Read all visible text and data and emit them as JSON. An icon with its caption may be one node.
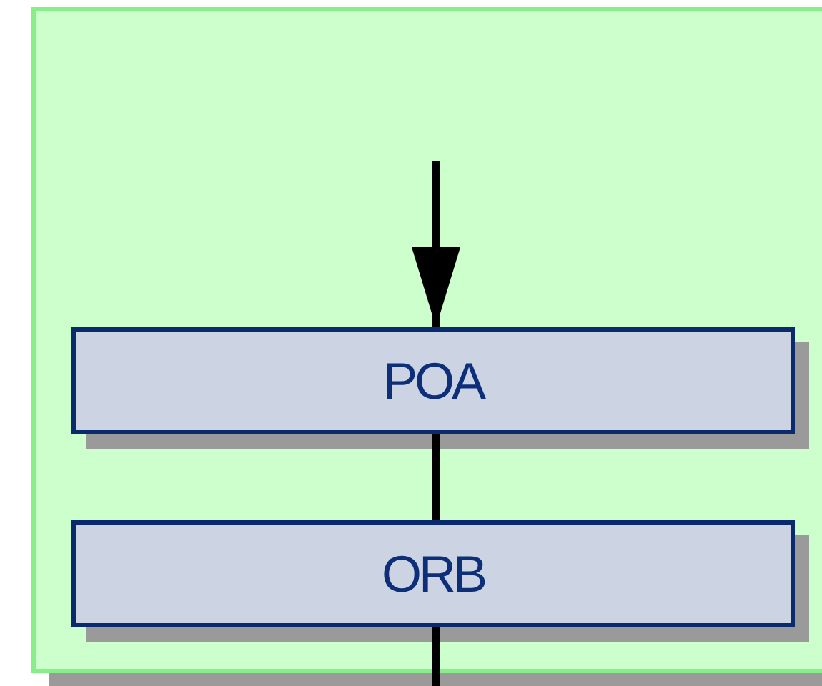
{
  "diagram": {
    "nodes": [
      {
        "text": [],
        "shape": "box"
      },
      {
        "text": [
          "POA"
        ],
        "in": 0
      },
      {
        "text": [
          "ORB"
        ],
        "in": 0
      }
    ],
    "edges": [
      {
        "from": null,
        "to": 1,
        "arrow": "to"
      },
      {
        "from": 1,
        "to": 2,
        "arrow": "none"
      },
      {
        "from": 2,
        "to": null,
        "arrow": "none"
      }
    ]
  }
}
